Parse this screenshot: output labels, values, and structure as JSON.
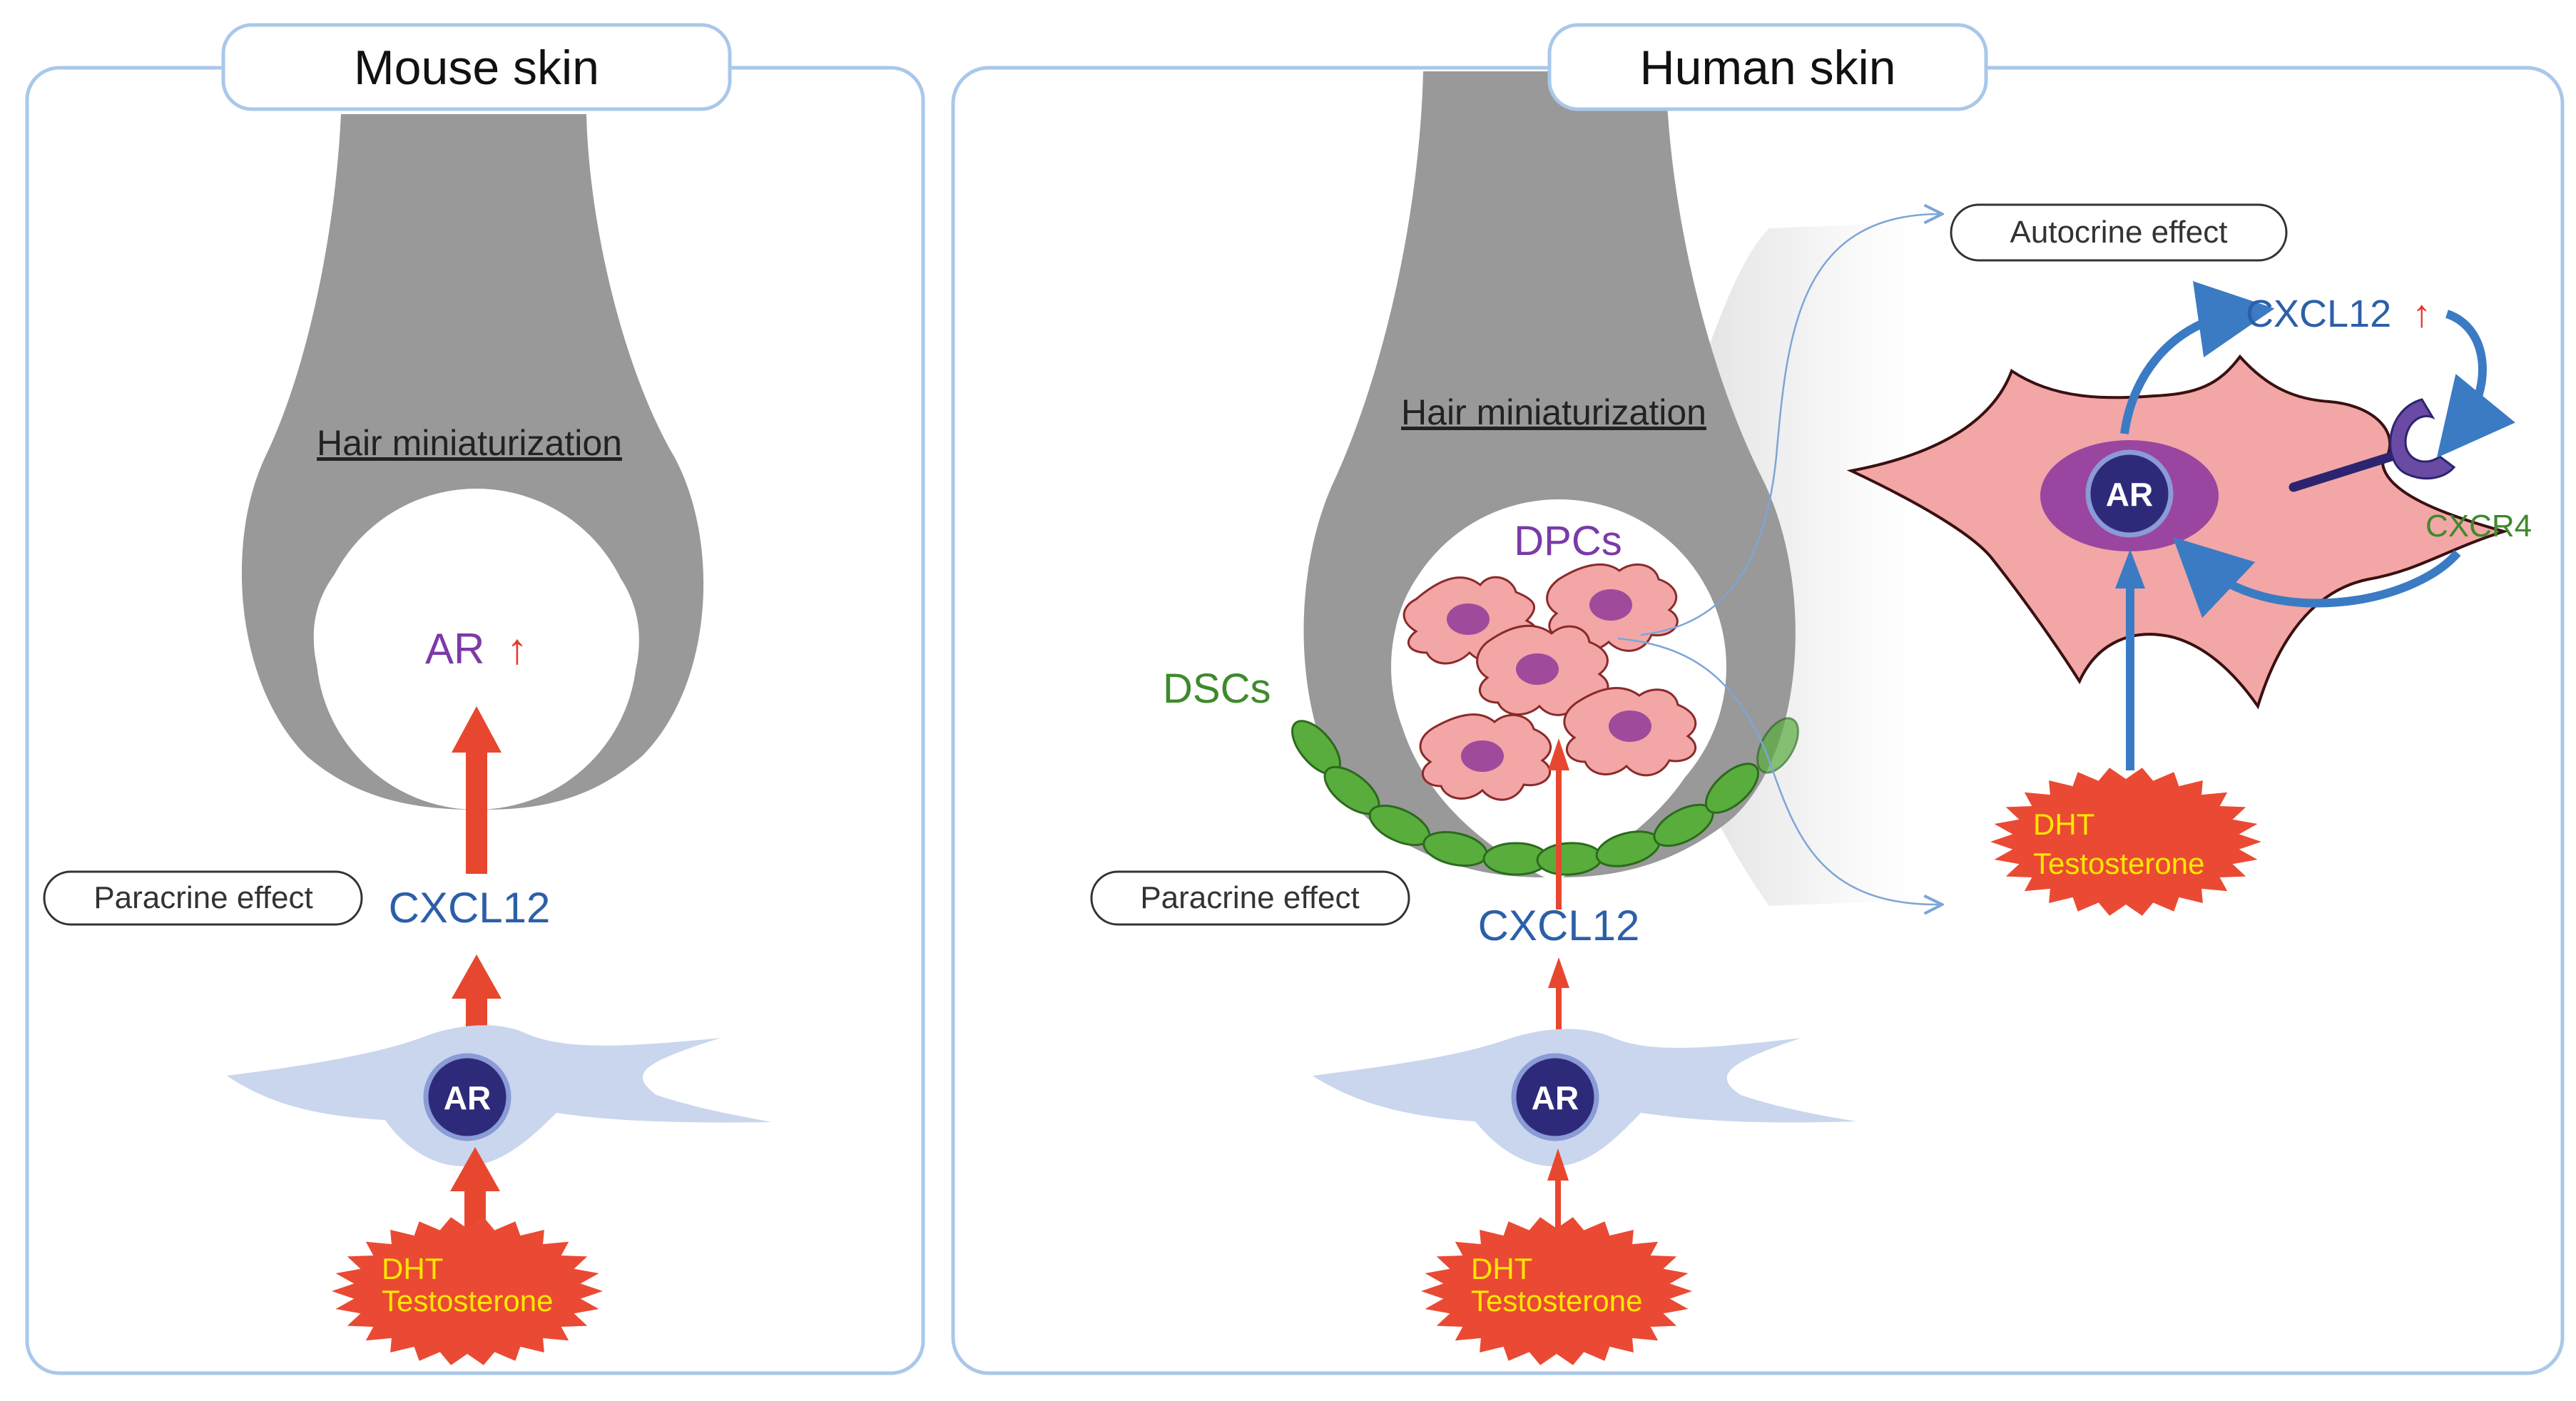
{
  "colors": {
    "panel_border": "#a9c8ea",
    "hair_gray": "#999999",
    "fibroblast_blue": "#c9d6ee",
    "ar_navy": "#2e2a7a",
    "ar_ring": "#8a9bd6",
    "arrow_red": "#e8472f",
    "arrow_blue": "#3b7bc4",
    "cxcl12_blue": "#2c5fa8",
    "ar_text_purple": "#7a3aa8",
    "up_red": "#e5362a",
    "dsc_green": "#58ad3d",
    "dsc_text_green": "#3e8a2c",
    "dpc_pink": "#f2a6a6",
    "dpc_nucleus": "#a04a9c",
    "burst_red": "#ea4a33",
    "burst_text_yellow": "#ffe600",
    "receptor_navy": "#2c2470",
    "receptor_purple": "#6a4aa3"
  },
  "mouse": {
    "title": "Mouse skin",
    "hair_label": "Hair miniaturization",
    "ar_label": "AR",
    "up_arrow": "↑",
    "paracrine_label": "Paracrine effect",
    "cxcl12_label": "CXCL12",
    "cell_ar": "AR",
    "dht": "DHT",
    "testosterone": "Testosterone"
  },
  "human": {
    "title": "Human skin",
    "hair_label": "Hair miniaturization",
    "dpcs_label": "DPCs",
    "dscs_label": "DSCs",
    "paracrine_label": "Paracrine effect",
    "cxcl12_label": "CXCL12",
    "cell_ar": "AR",
    "dht": "DHT",
    "testosterone": "Testosterone",
    "autocrine_label": "Autocrine effect",
    "inset_cxcl12": "CXCL12",
    "inset_up": "↑",
    "inset_ar": "AR",
    "cxcr4_label": "CXCR4",
    "inset_dht": "DHT",
    "inset_testosterone": "Testosterone"
  }
}
